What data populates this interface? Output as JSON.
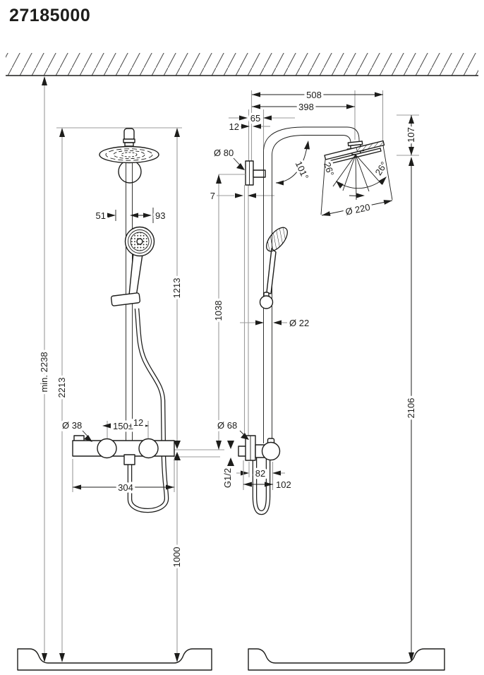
{
  "title": "27185000",
  "drawing": {
    "product_view": "shower pipe technical dimension drawing",
    "views": [
      "front",
      "side"
    ]
  },
  "dimensions_front": {
    "min_ceiling_height": "min. 2238",
    "total_height": "2213",
    "offset_left": "51",
    "offset_right": "93",
    "upper_section": "1213",
    "lower_section": "1000",
    "handle_diameter": "Ø 38",
    "connection_center": "150±",
    "connection_tolerance": "12",
    "thermostat_width": "304"
  },
  "dimensions_side": {
    "overall_reach": "508",
    "arm_reach": "398",
    "riser_offset": "65",
    "wall_plate_offset": "12",
    "wall_flange_diameter": "Ø 80",
    "plate_gap": "7",
    "arm_angle": "101°",
    "spray_angle_left": "26°",
    "spray_angle_right": "26°",
    "head_diameter": "Ø 220",
    "head_drop": "107",
    "riser_section": "1038",
    "pipe_diameter": "Ø 22",
    "total_height": "2106",
    "escutcheon_diameter": "Ø 68",
    "connection_thread": "G1/2",
    "outlet_offset": "82",
    "hose_clearance": "102"
  }
}
